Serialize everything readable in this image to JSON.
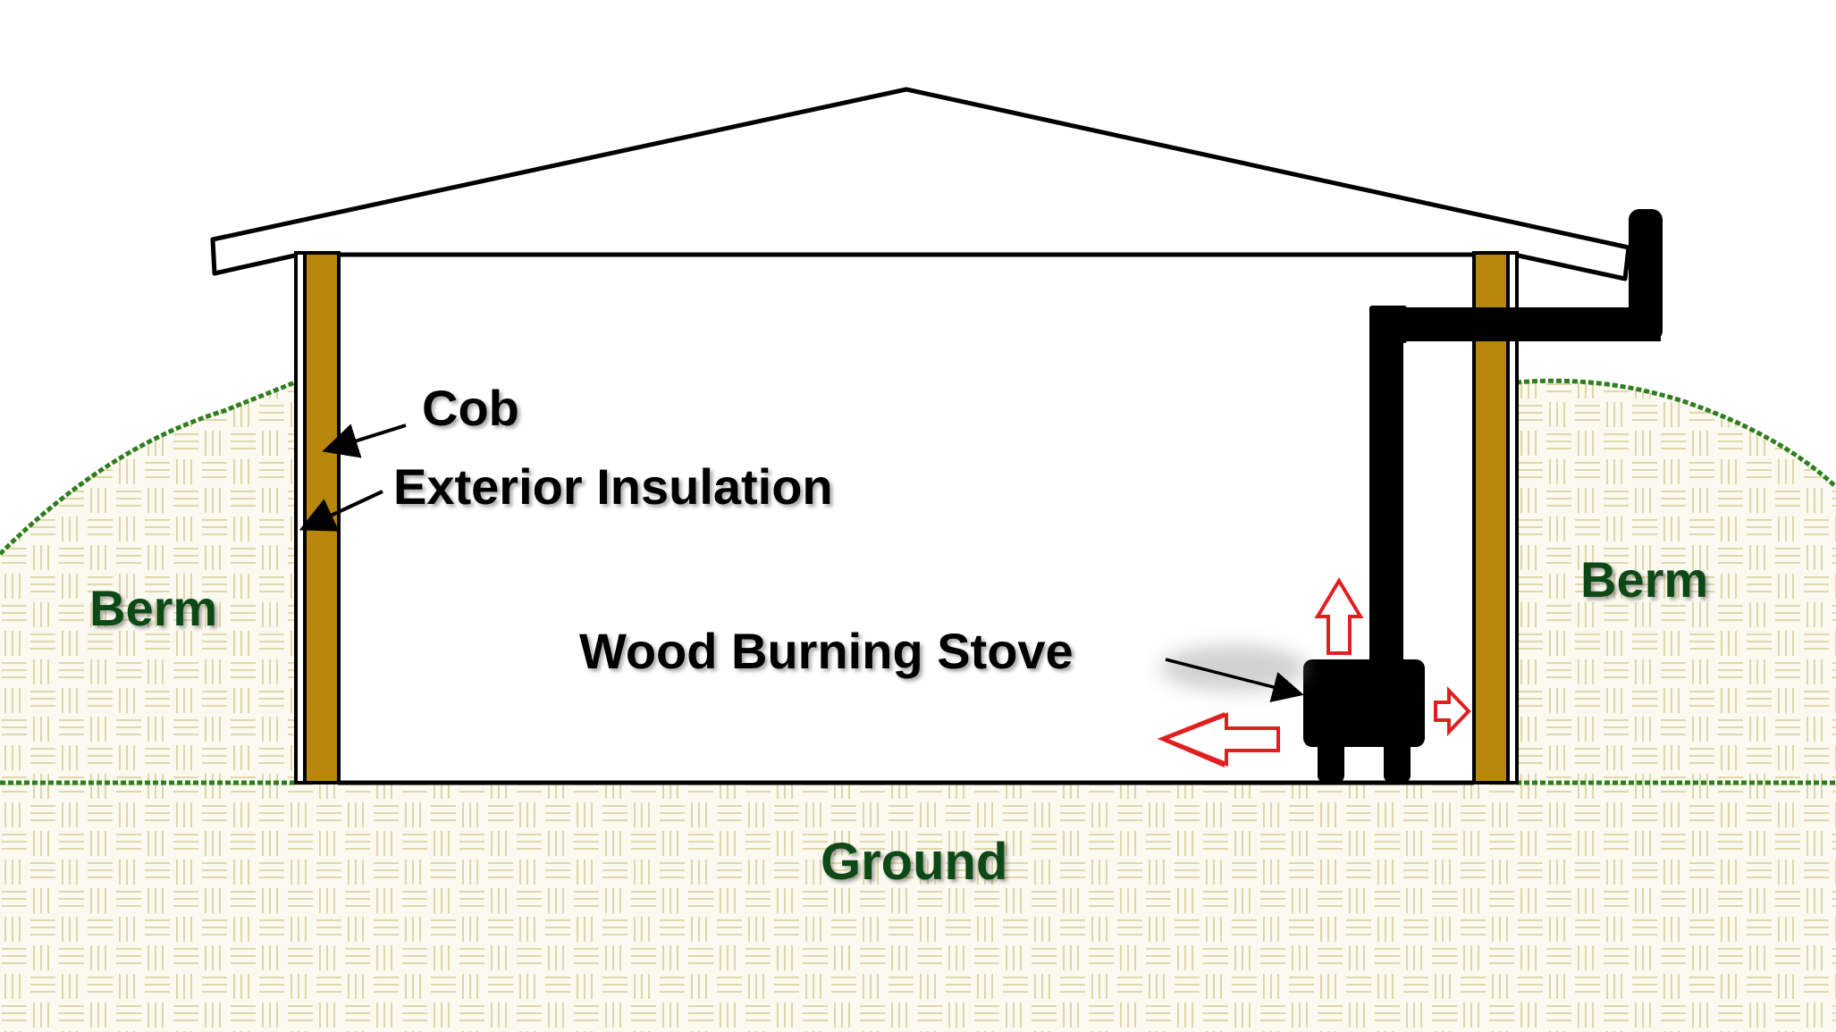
{
  "labels": {
    "cob": "Cob",
    "exterior_insulation": "Exterior Insulation",
    "berm_left": "Berm",
    "berm_right": "Berm",
    "stove": "Wood Burning Stove",
    "ground": "Ground"
  },
  "colors": {
    "background": "#ffffff",
    "soil_fill": "#fbf9f0",
    "soil_pattern": "#d8cd95",
    "grass_edge": "#2e7d1f",
    "cob_wall": "#b8860b",
    "outline": "#000000",
    "stove": "#000000",
    "heat_arrow": "#e02020",
    "label_green": "#0f4a12"
  },
  "icons": {
    "stove": "wood-stove-icon",
    "heat": "heat-flow-arrow-icon",
    "pointer": "pointer-arrow-icon"
  }
}
